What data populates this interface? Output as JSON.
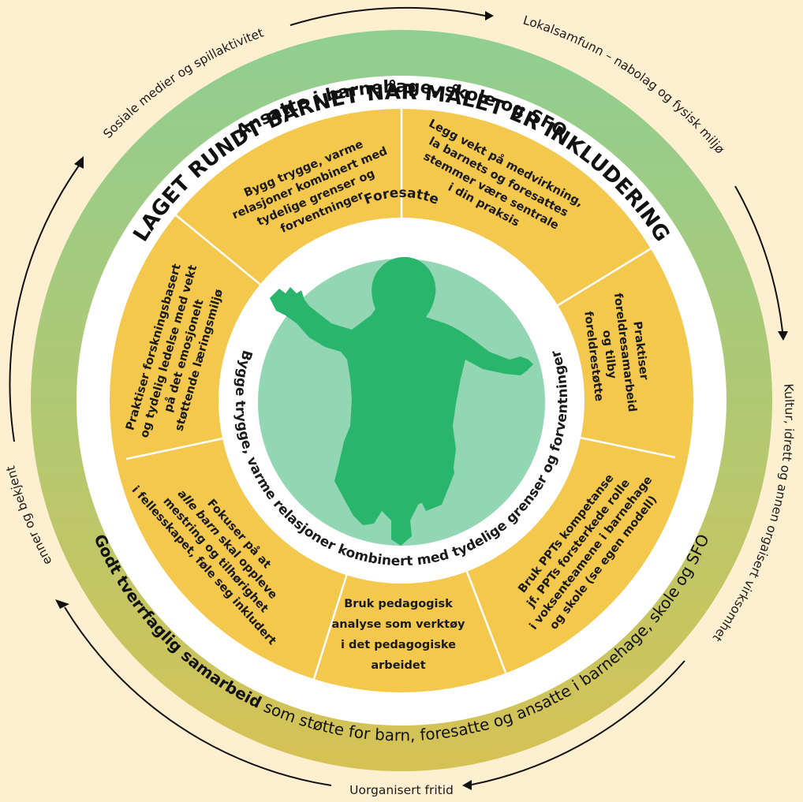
{
  "title_top": "LAGET RUNDT BARNET NÅR MÅLET ER INKLUDERING",
  "ring_staff": "Ansatte i barnehage, skole og SFO",
  "ring_bottom_bold": "Godt tverrfaglig samarbeid",
  "ring_bottom_rest": " som støtte for barn, foresatte og ansatte i barnehage, skole og SFO",
  "guardians": "Foresatte",
  "inner_ring_text": "Bygge trygge, varme relasjoner kombinert med tydelige grenser og forventninger",
  "outer_labels": {
    "social_media": "Sosiale medier og spillaktivitet",
    "local_community": "Lokalsamfunn – nabolag og fysisk miljø",
    "culture_sports": "Kultur, idrett og annen orgaisert virksomhet",
    "unorganized": "Uorganisert fritid",
    "friends": "Venner og bekjente"
  },
  "segments": [
    {
      "id": "relations",
      "lines": [
        "Bygg trygge, varme",
        "relasjoner kombinert med",
        "tydelige grenser og",
        "forventninger"
      ]
    },
    {
      "id": "participation",
      "lines": [
        "Legg vekt på medvirkning,",
        "la barnets og foresattes",
        "stemmer være sentrale",
        "i din praksis"
      ]
    },
    {
      "id": "parent-cooperation",
      "lines": [
        "Praktiser",
        "foreldresamarbeid",
        "og tilby",
        "foreldrestøtte"
      ]
    },
    {
      "id": "ppt",
      "lines": [
        "Bruk PPTs kompetanse",
        "jf. PPTs forsterkede rolle",
        "i voksenteamene i barnehage",
        "og skole (se egen modell)"
      ]
    },
    {
      "id": "pedagogical-analysis",
      "lines": [
        "Bruk pedagogisk",
        "analyse som verktøy",
        "i det pedagogiske",
        "arbeidet"
      ]
    },
    {
      "id": "mastery",
      "lines": [
        "Fokuser på at",
        "skal oppleve",
        "mestring og tilhørighet",
        "i fellesskapet, føle seg inkludert"
      ],
      "emphasis": "alle barn"
    },
    {
      "id": "research-based",
      "lines": [
        "Praktiser forskningsbasert",
        "og tydelig ledelse med vekt",
        "på det emosjonelt",
        "støttende læringsmiljø"
      ]
    }
  ],
  "colors": {
    "background": "#fdefd0",
    "green_ring_top": "#8fce92",
    "green_ring_bottom": "#d0c256",
    "segment_fill": "#f4c84d",
    "inner_circle": "#93d6b4",
    "child": "#2ab56d"
  }
}
